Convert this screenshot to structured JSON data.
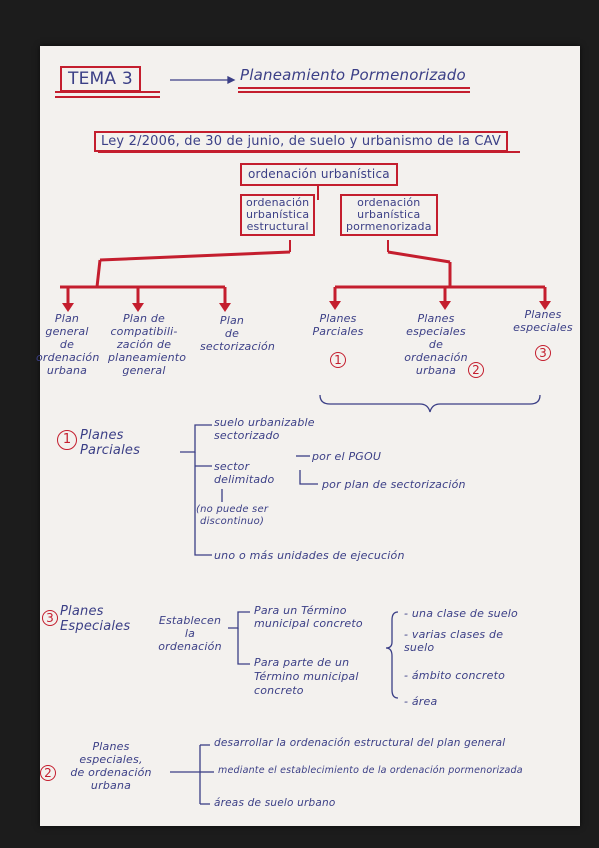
{
  "title": {
    "tema": "TEMA 3",
    "heading": "Planeamiento Pormenorizado"
  },
  "law": "Ley 2/2006, de 30 de junio, de suelo y urbanismo de la CAV",
  "root": "ordenación urbanística",
  "level2": {
    "left": "ordenación\nurbanística\nestructural",
    "right": "ordenación\nurbanística\npormenorizada"
  },
  "leaves_left": [
    "Plan\ngeneral\nde\nordenación\nurbana",
    "Plan de\ncompatibili-\nzación de\nplaneamiento\ngeneral",
    "Plan\nde\nsectorización"
  ],
  "leaves_right": [
    "Planes\nParciales",
    "Planes\nespeciales\nde\nordenación\nurbana",
    "Planes\nespeciales"
  ],
  "leaf_numbers": [
    "1",
    "2",
    "3"
  ],
  "section1": {
    "number": "1",
    "title": "Planes\nParciales",
    "items": [
      "suelo urbanizable\nsectorizado",
      "sector\ndelimitado",
      "por el PGOU",
      "por plan de sectorización",
      "(no puede ser\ndiscontinuo)",
      "uno o más unidades de ejecución"
    ]
  },
  "section3": {
    "number": "3",
    "title": "Planes\nEspeciales",
    "mid": "Establecen\nla\nordenación",
    "branch1": "Para un Término\nmunicipal concreto",
    "branch2": "Para parte de un\nTérmino municipal\nconcreto",
    "list": [
      "- una clase de suelo",
      "- varias clases de\nsuelo",
      "- ámbito concreto",
      "- área"
    ]
  },
  "section2": {
    "number": "2",
    "title": "Planes\nespeciales,\nde ordenación\nurbana",
    "items": [
      "desarrollar la ordenación estructural del plan general",
      "mediante el establecimiento de la ordenación pormenorizada",
      "áreas de suelo urbano"
    ]
  },
  "colors": {
    "ink": "#3b3f86",
    "red": "#c41e2e",
    "paper": "#f3f1ee"
  }
}
